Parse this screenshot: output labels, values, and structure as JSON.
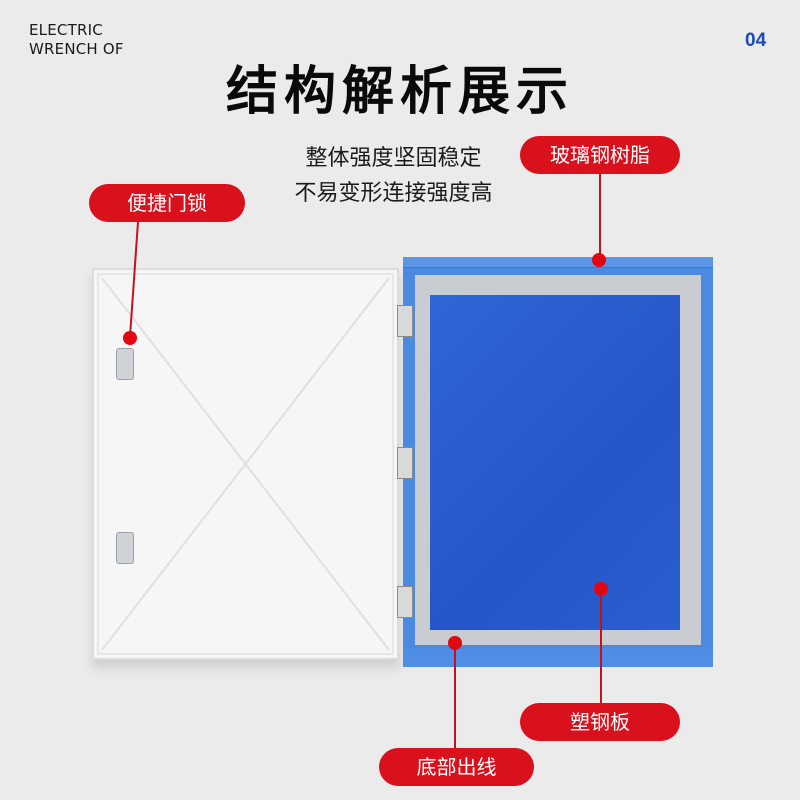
{
  "header": {
    "brand_line1": "ELECTRIC",
    "brand_line2": "WRENCH OF",
    "page_number": "04",
    "title": "结构解析展示"
  },
  "subtitle": {
    "line1": "整体强度坚固稳定",
    "line2": "不易变形连接强度高"
  },
  "callouts": [
    {
      "label": "便捷门锁"
    },
    {
      "label": "玻璃钢树脂"
    },
    {
      "label": "塑钢板"
    },
    {
      "label": "底部出线"
    }
  ],
  "colors": {
    "background": "#ebebeb",
    "callout_red": "#d8111d",
    "page_number_blue": "#1d49c0",
    "cabinet_blue": "#4a8ae0"
  }
}
